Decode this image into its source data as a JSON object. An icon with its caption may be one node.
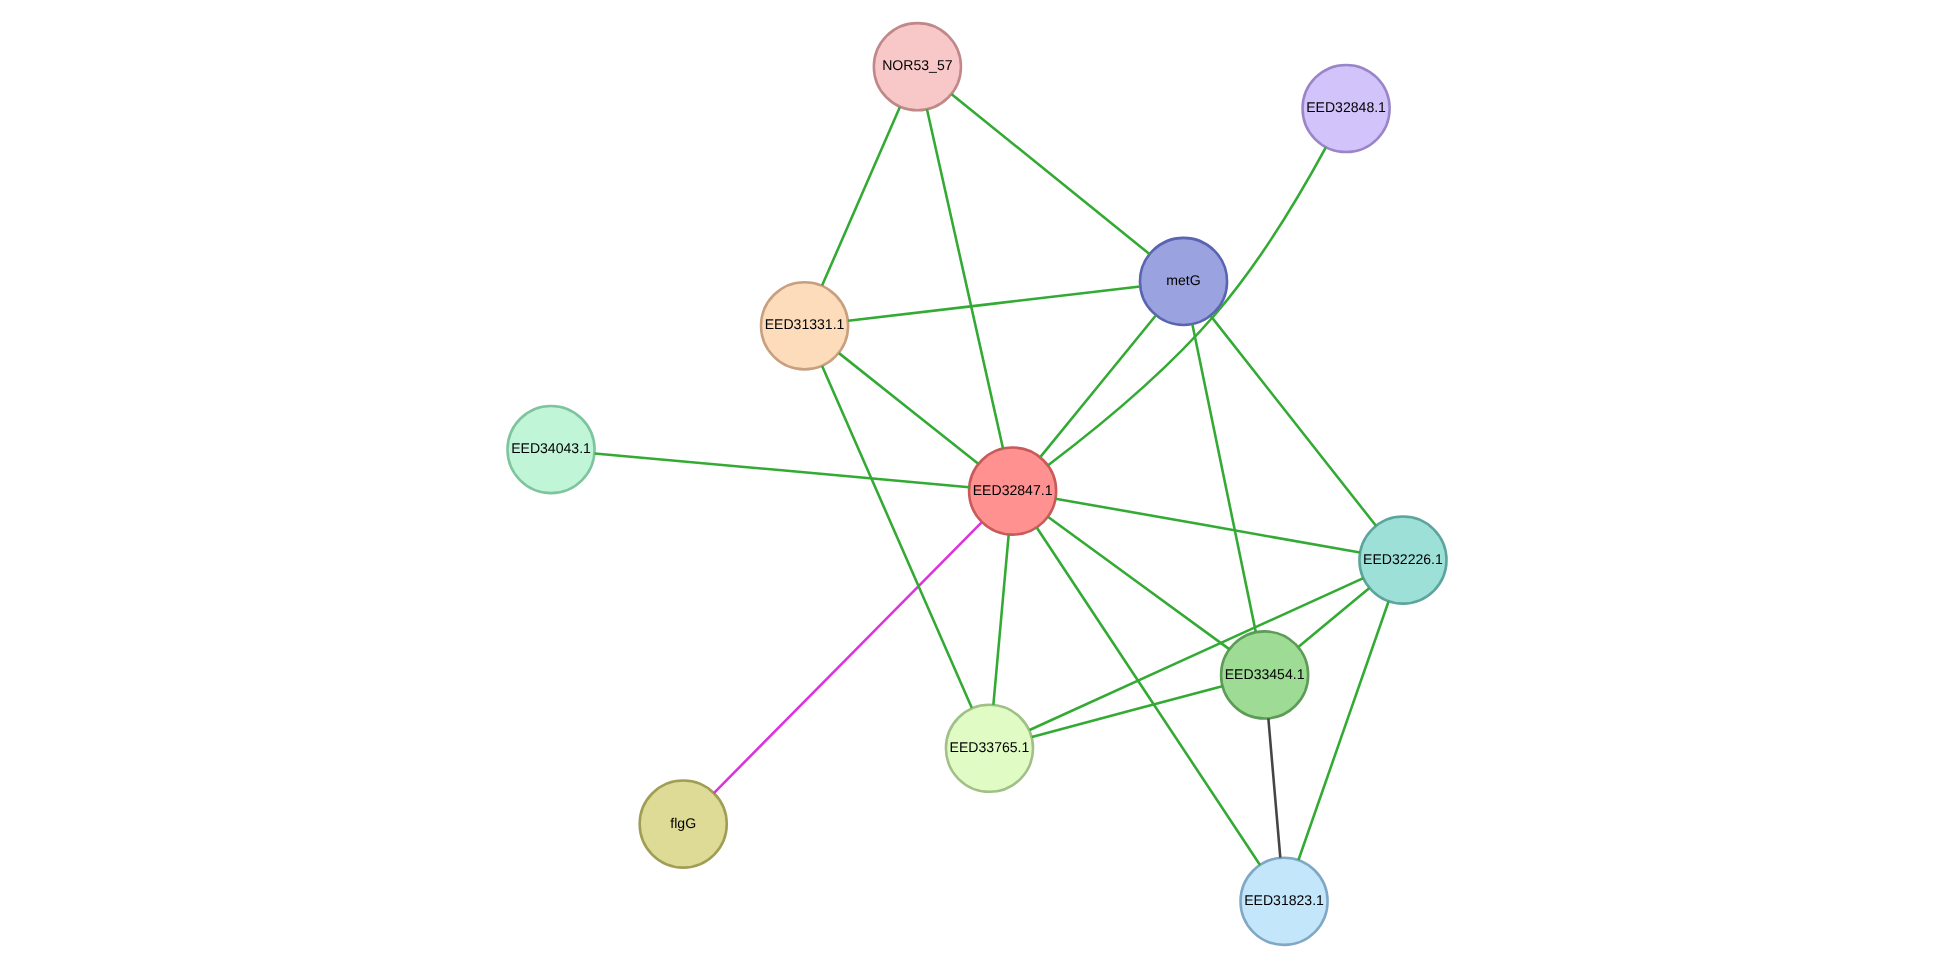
{
  "diagram": {
    "nodes": [
      {
        "text": [
          "EED34043.1"
        ]
      },
      {
        "text": [
          "EED32848.1"
        ]
      },
      {
        "text": [
          "flgG"
        ]
      },
      {
        "text": [
          "EED32847.1"
        ]
      },
      {
        "text": [
          "NOR53_57"
        ]
      },
      {
        "text": [
          "metG"
        ]
      },
      {
        "text": [
          "EED31331.1"
        ]
      },
      {
        "text": [
          "EED32226.1"
        ]
      },
      {
        "text": [
          "EED31823.1"
        ]
      },
      {
        "text": [
          "EED33765.1"
        ]
      },
      {
        "text": [
          "EED33454.1"
        ]
      }
    ],
    "edges": [
      {
        "from": 3,
        "to": 0,
        "arrow": "none"
      },
      {
        "from": 3,
        "to": 1,
        "arrow": "none"
      },
      {
        "from": 3,
        "to": 2,
        "arrow": "none",
        "color": "#dd33dd"
      },
      {
        "from": 3,
        "to": 4,
        "arrow": "none"
      },
      {
        "from": 3,
        "to": 5,
        "arrow": "none"
      },
      {
        "from": 3,
        "to": 6,
        "arrow": "none"
      },
      {
        "from": 3,
        "to": 7,
        "arrow": "none"
      },
      {
        "from": 3,
        "to": 8,
        "arrow": "none"
      },
      {
        "from": 3,
        "to": 9,
        "arrow": "none"
      },
      {
        "from": 3,
        "to": 10,
        "arrow": "none"
      },
      {
        "from": 4,
        "to": 5,
        "arrow": "none"
      },
      {
        "from": 4,
        "to": 6,
        "arrow": "none"
      },
      {
        "from": 5,
        "to": 6,
        "arrow": "none"
      },
      {
        "from": 5,
        "to": 7,
        "arrow": "none"
      },
      {
        "from": 5,
        "to": 10,
        "arrow": "none"
      },
      {
        "from": 6,
        "to": 9,
        "arrow": "none"
      },
      {
        "from": 7,
        "to": 8,
        "arrow": "none"
      },
      {
        "from": 7,
        "to": 10,
        "arrow": "none"
      },
      {
        "from": 7,
        "to": 9,
        "arrow": "none"
      },
      {
        "from": 8,
        "to": 10,
        "arrow": "none",
        "color": "#444444"
      },
      {
        "from": 10,
        "to": 9,
        "arrow": "none"
      }
    ]
  }
}
